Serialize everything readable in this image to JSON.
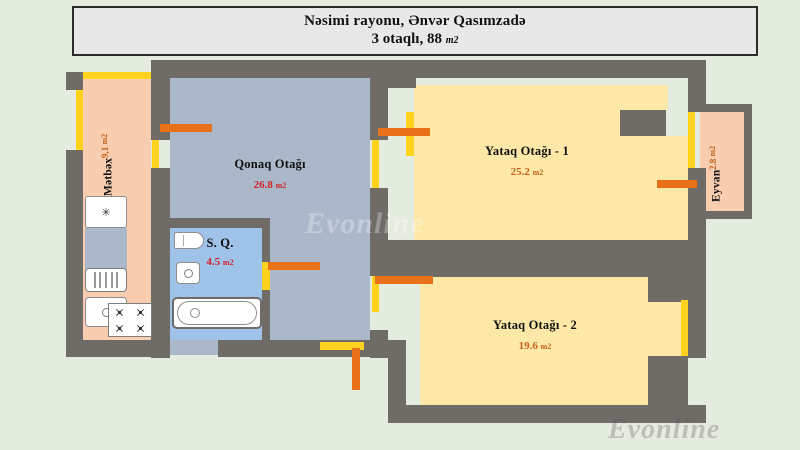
{
  "header": {
    "location": "Nəsimi rayonu, Ənvər Qasımzadə",
    "summary": "3 otaqlı, 88 ",
    "summary_unit": "m2"
  },
  "watermarks": {
    "center": "Evonline",
    "bottom": "Evonline"
  },
  "rooms": [
    {
      "id": "kitchen",
      "name": "Mətbəx",
      "area": "9,1 ",
      "unit": "m2",
      "fill": "#f8cdb0"
    },
    {
      "id": "living",
      "name": "Qonaq Otağı",
      "area": "26.8 ",
      "unit": "m2",
      "fill": "#aab8c9"
    },
    {
      "id": "bathroom",
      "name": "S. Q.",
      "area": "4.5 ",
      "unit": "m2",
      "fill": "#9fc2e8"
    },
    {
      "id": "bedroom1",
      "name": "Yataq Otağı - 1",
      "area": "25.2 ",
      "unit": "m2",
      "fill": "#fde8a8"
    },
    {
      "id": "bedroom2",
      "name": "Yataq Otağı - 2",
      "area": "19.6 ",
      "unit": "m2",
      "fill": "#fde8a8"
    },
    {
      "id": "balcony",
      "name": "Eyvan",
      "area": "2.8 ",
      "unit": "m2",
      "fill": "#f8cdb0"
    }
  ],
  "legend_colors": {
    "wall": "#6f6c67",
    "door": "#e8711a",
    "window": "#ffd21f",
    "background": "#e4ecdf",
    "area_text_red": "#d2232a",
    "area_text_amber": "#c2621c"
  }
}
